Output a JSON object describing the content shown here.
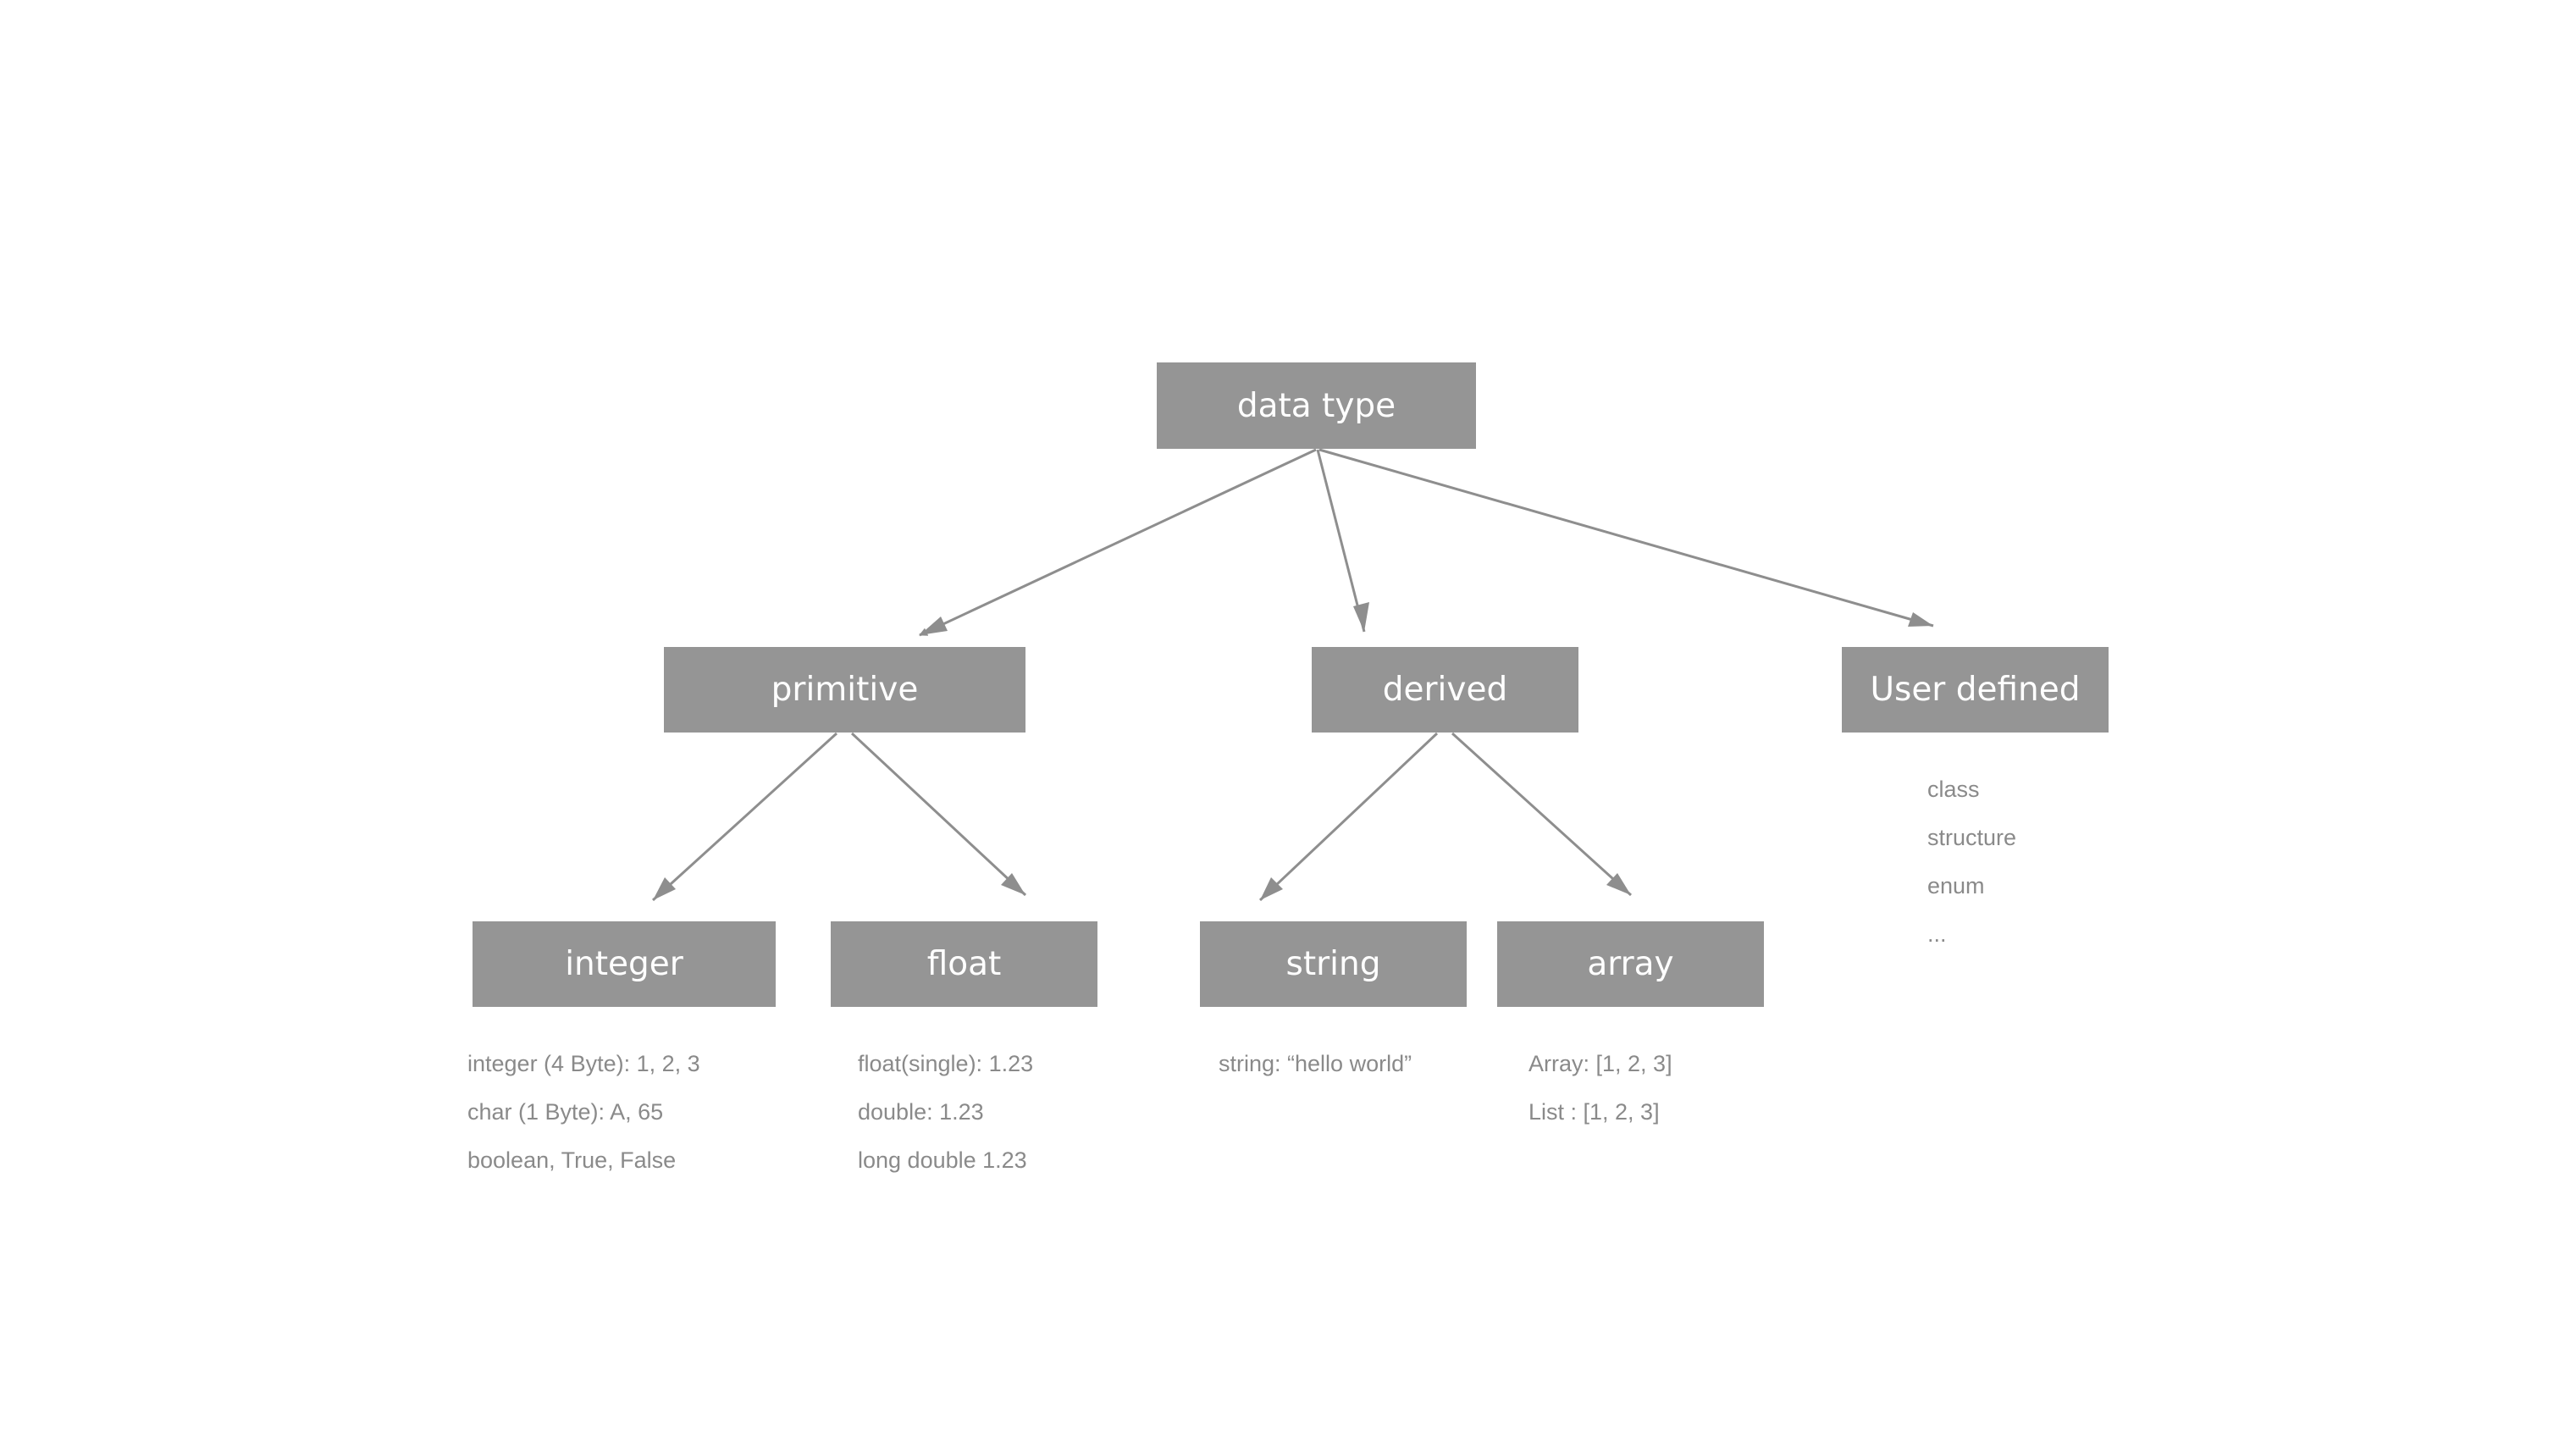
{
  "nodes": {
    "root": "data type",
    "primitive": "primitive",
    "derived": "derived",
    "user_defined": "User defined",
    "integer": "integer",
    "float": "float",
    "string": "string",
    "array": "array"
  },
  "notes": {
    "user_defined": [
      "class",
      "structure",
      "enum",
      "..."
    ],
    "integer": [
      "integer (4 Byte): 1, 2, 3",
      "char (1 Byte): A, 65",
      "boolean, True, False"
    ],
    "float": [
      "float(single): 1.23",
      "double: 1.23",
      "long double 1.23"
    ],
    "string": [
      "string: “hello world”"
    ],
    "array": [
      "Array: [1, 2, 3]",
      "List : [1, 2, 3]"
    ]
  },
  "colors": {
    "node_fill": "#959595",
    "node_text": "#ffffff",
    "arrow": "#8e8e8e",
    "note_text": "#8a8a8a"
  }
}
